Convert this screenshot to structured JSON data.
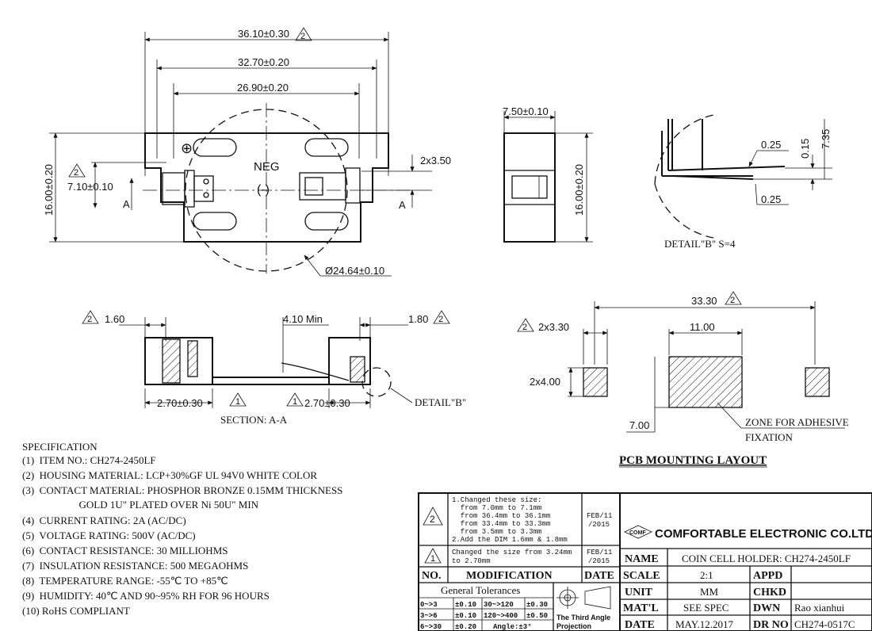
{
  "top_view": {
    "dim_overall": "36.10±0.30",
    "dim_overall_rev": "2",
    "dim_mid": "32.70±0.20",
    "dim_inner": "26.90±0.20",
    "dim_height": "16.00±0.20",
    "dim_offset": "7.10±0.10",
    "dim_offset_rev": "2",
    "dim_pin": "2x3.50",
    "dim_diameter": "Ø24.64±0.10",
    "label_neg": "NEG",
    "label_minus": "(-)",
    "label_plus": "⊕",
    "section_mark_left": "A",
    "section_mark_right": "A"
  },
  "side_view": {
    "dim_width": "7.50±0.10",
    "dim_height": "16.00±0.20"
  },
  "detail_b": {
    "dim_a": "0.25",
    "dim_b": "0.15",
    "dim_c": "7.35",
    "dim_d": "0.25",
    "caption": "DETAIL\"B\" S=4"
  },
  "section_view": {
    "dim_left": "1.60",
    "dim_left_rev": "2",
    "dim_min": "4.10 Min",
    "dim_right": "1.80",
    "dim_right_rev": "2",
    "dim_bottom_left": "2.70±0.30",
    "dim_bottom_left_rev": "1",
    "dim_bottom_right": "2.70±0.30",
    "dim_bottom_right_rev": "1",
    "detail_label": "DETAIL\"B\"",
    "caption": "SECTION: A-A"
  },
  "pcb_layout": {
    "dim_overall": "33.30",
    "dim_overall_rev": "2",
    "dim_pad": "2x3.30",
    "dim_pad_rev": "2",
    "dim_center": "11.00",
    "dim_pad_h": "2x4.00",
    "dim_offset": "7.00",
    "zone_line1": "ZONE FOR ADHESIVE",
    "zone_line2": "FIXATION",
    "title": "PCB  MOUNTING  LAYOUT"
  },
  "specification": {
    "heading": "SPECIFICATION",
    "items": [
      "(1)  ITEM NO.: CH274-2450LF",
      "(2)  HOUSING MATERIAL: LCP+30%GF UL 94V0 WHITE COLOR",
      "(3)  CONTACT MATERIAL: PHOSPHOR BRONZE 0.15MM THICKNESS",
      "                      GOLD 1U\" PLATED OVER Ni 50U\" MIN",
      "(4)  CURRENT RATING: 2A (AC/DC)",
      "(5)  VOLTAGE RATING: 500V (AC/DC)",
      "(6)  CONTACT RESISTANCE: 30 MILLIOHMS",
      "(7)  INSULATION RESISTANCE: 500 MEGAOHMS",
      "(8)  TEMPERATURE RANGE: -55℃ TO +85℃",
      "(9)  HUMIDITY: 40℃ AND 90~95% RH FOR 96 HOURS",
      "(10) RoHS COMPLIANT"
    ]
  },
  "revisions": {
    "rev2_mark": "2",
    "rev2_lines": [
      "1.Changed these size:",
      "  from 7.0mm to 7.1mm",
      "  from 36.4mm to 36.1mm",
      "  from 33.4mm to 33.3mm",
      "  from 3.5mm to 3.3mm",
      "2.Add the DIM 1.6mm & 1.8mm"
    ],
    "rev2_date": [
      "FEB/11",
      "/2015"
    ],
    "rev1_mark": "1",
    "rev1_lines": [
      "Changed the size from 3.24mm",
      "to 2.70mm"
    ],
    "rev1_date": [
      "FEB/11",
      "/2015"
    ],
    "col_no": "NO.",
    "col_mod": "MODIFICATION",
    "col_date": "DATE"
  },
  "tolerances": {
    "heading": "General Tolerances",
    "rows": [
      [
        "0~>3",
        "±0.10",
        "30~>120",
        "±0.30"
      ],
      [
        "3~>6",
        "±0.10",
        "120~>400",
        "±0.50"
      ],
      [
        "6~>30",
        "±0.20",
        "Angle:±3°",
        ""
      ]
    ],
    "projection_line1": "The Third Angle",
    "projection_line2": "Projection"
  },
  "title_block": {
    "company": "COMFORTABLE ELECTRONIC CO.LTD.",
    "logo": "COMF",
    "rows": [
      {
        "label": "NAME",
        "value": "COIN CELL HOLDER: CH274-2450LF",
        "label2": "",
        "value2": ""
      },
      {
        "label": "SCALE",
        "value": "2:1",
        "label2": "APPD",
        "value2": ""
      },
      {
        "label": "UNIT",
        "value": "MM",
        "label2": "CHKD",
        "value2": ""
      },
      {
        "label": "MAT'L",
        "value": "SEE SPEC",
        "label2": "DWN",
        "value2": "Rao xianhui"
      },
      {
        "label": "DATE",
        "value": "MAY.12.2017",
        "label2": "DR NO",
        "value2": "CH274-0517C"
      }
    ]
  }
}
